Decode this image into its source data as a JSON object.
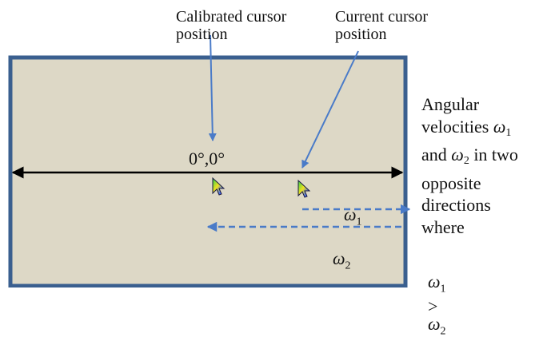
{
  "labels": {
    "calibrated": "Calibrated cursor\nposition",
    "current": "Current     cursor\nposition",
    "origin": "0°,0°",
    "omega1": "ω1",
    "omega2": "ω2"
  },
  "side_text": {
    "line1": "Angular",
    "line2_prefix": "velocities",
    "line3_prefix": "and",
    "line3_suffix": "in two",
    "line4": "opposite",
    "line5": "directions",
    "line6": "where",
    "symbol_w": "ω",
    "sub1": "1",
    "sub2": "2",
    "gt": ">"
  },
  "colors": {
    "panel_fill": "#ddd8c6",
    "panel_border": "#3a5f8f",
    "callout": "#4a7bc8",
    "axis": "#000000"
  },
  "icons": {
    "cursor": "mouse-pointer-icon"
  }
}
